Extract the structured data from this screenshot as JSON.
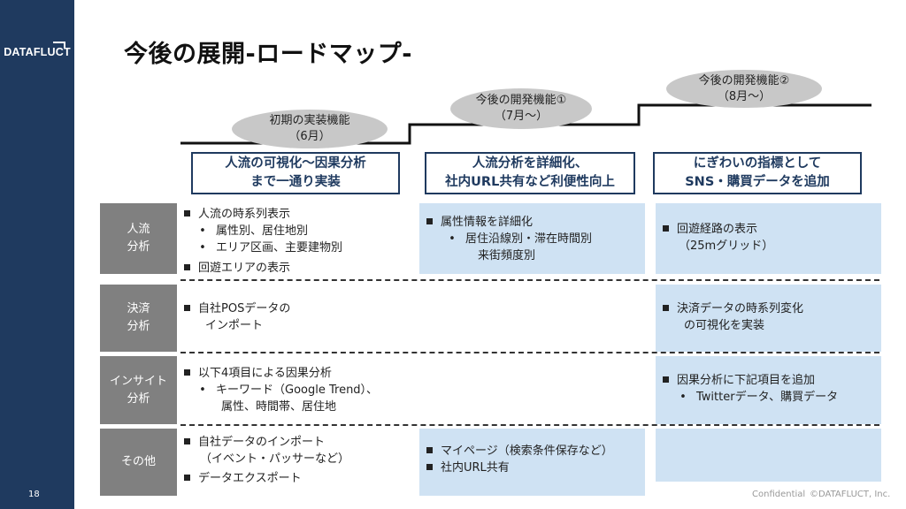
{
  "page": {
    "number": "18",
    "title": "今後の展開-ロードマップ-",
    "footer_confidential": "Confidential",
    "footer_copyright": "©DATAFLUCT, Inc."
  },
  "logo": {
    "text": "DATAFLUCT"
  },
  "phases": [
    {
      "bubble": [
        "初期の実装機能",
        "（6月）"
      ],
      "header": [
        "人流の可視化～因果分析",
        "まで一通り実装"
      ]
    },
    {
      "bubble": [
        "今後の開発機能①",
        "（7月～）"
      ],
      "header": [
        "人流分析を詳細化、",
        "社内URL共有など利便性向上"
      ]
    },
    {
      "bubble": [
        "今後の開発機能②",
        "（8月～）"
      ],
      "header": [
        "にぎわいの指標として",
        "SNS・購買データを追加"
      ]
    }
  ],
  "rows": [
    {
      "label": [
        "人流",
        "分析"
      ],
      "c1": [
        {
          "b": "sq",
          "t": "人流の時系列表示"
        },
        {
          "b": "dot",
          "t": "属性別、居住地別"
        },
        {
          "b": "dot",
          "t": "エリア区画、主要建物別"
        },
        {
          "b": "sq",
          "t": "回遊エリアの表示"
        }
      ],
      "c2": [
        {
          "b": "sq",
          "t": "属性情報を詳細化"
        },
        {
          "b": "dot",
          "t": "居住沿線別・滞在時間別"
        },
        {
          "b": "none",
          "t": "来街頻度別"
        }
      ],
      "c3": [
        {
          "b": "sq",
          "t": "回遊経路の表示"
        },
        {
          "b": "none",
          "t": "（25mグリッド）"
        }
      ]
    },
    {
      "label": [
        "決済",
        "分析"
      ],
      "c1": [
        {
          "b": "sq",
          "t": "自社POSデータの"
        },
        {
          "b": "none",
          "t": "インポート"
        }
      ],
      "c3": [
        {
          "b": "sq",
          "t": "決済データの時系列変化"
        },
        {
          "b": "none",
          "t": "の可視化を実装"
        }
      ]
    },
    {
      "label": [
        "インサイト",
        "分析"
      ],
      "c1": [
        {
          "b": "sq",
          "t": "以下4項目による因果分析"
        },
        {
          "b": "dot",
          "t": "キーワード（Google Trend）、"
        },
        {
          "b": "none",
          "t": "属性、時間帯、居住地"
        }
      ],
      "c3": [
        {
          "b": "sq",
          "t": "因果分析に下記項目を追加"
        },
        {
          "b": "dot",
          "t": "Twitterデータ、購買データ"
        }
      ]
    },
    {
      "label": [
        "その他"
      ],
      "c1": [
        {
          "b": "sq",
          "t": "自社データのインポート"
        },
        {
          "b": "none",
          "t": "（イベント・パッサーなど）"
        },
        {
          "b": "sq",
          "t": "データエクスポート"
        }
      ],
      "c2": [
        {
          "b": "sq",
          "t": "マイページ（検索条件保存など）"
        },
        {
          "b": "sq",
          "t": "社内URL共有"
        }
      ]
    }
  ]
}
